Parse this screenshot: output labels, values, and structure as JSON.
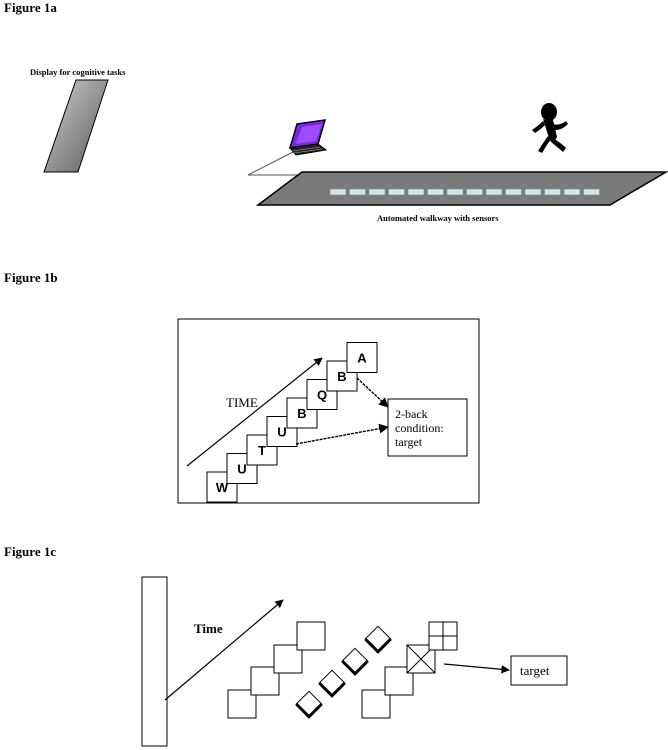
{
  "figure_a": {
    "label": "Figure 1a",
    "display_label": "Display for cognitive tasks",
    "walkway_label": "Automated walkway with sensors"
  },
  "figure_b": {
    "label": "Figure 1b",
    "time_label": "TIME",
    "letters": [
      "W",
      "U",
      "T",
      "U",
      "B",
      "Q",
      "B",
      "A"
    ],
    "target_box": [
      "2-back",
      "condition:",
      "target"
    ]
  },
  "figure_c": {
    "label": "Figure 1c",
    "time_label": "Time",
    "target_label": "target"
  }
}
